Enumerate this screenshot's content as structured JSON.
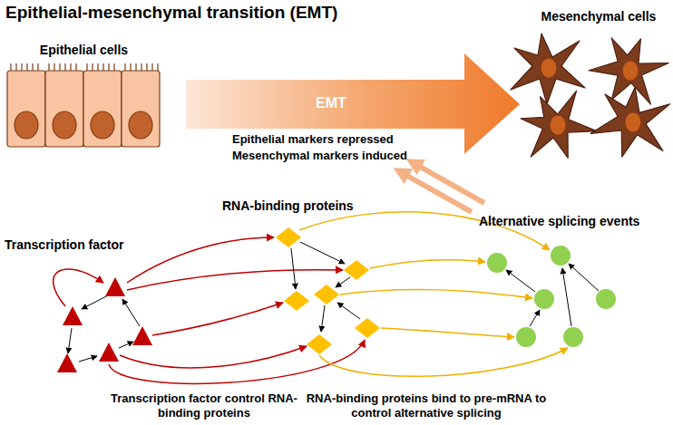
{
  "diagram": {
    "title": "Epithelial-mesenchymal transition (EMT)",
    "nodes": [
      {
        "text": [
          "EMT"
        ]
      }
    ],
    "labels": [
      "Epithelial cells",
      "Mesenchymal cells",
      "Epithelial markers repressed",
      "Mesenchymal markers induced",
      "RNA-binding proteins",
      "Alternative splicing events",
      "Transcription factor",
      "Transcription factor control RNA-binding proteins",
      "RNA-binding proteins bind to pre-mRNA to control alternative splicing"
    ]
  }
}
